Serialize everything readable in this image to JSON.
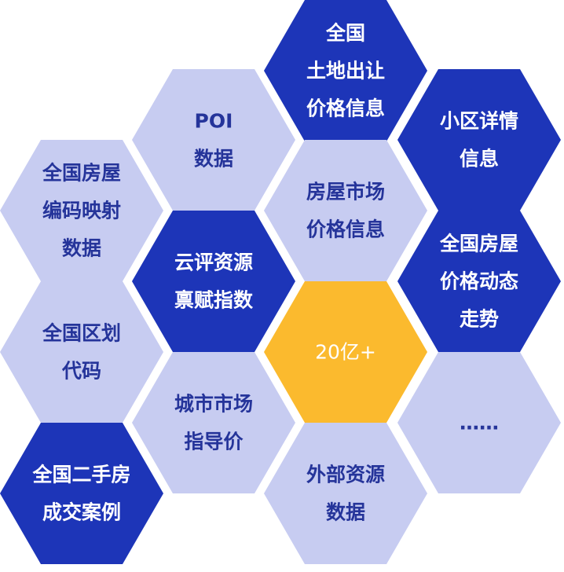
{
  "colors": {
    "dark": "#1d35b8",
    "light": "#c7ccf1",
    "accent": "#fbba2e",
    "light_text": "#25349a",
    "dark_text": "#ffffff"
  },
  "cells": [
    {
      "id": "land-transfer-price",
      "style": "dark",
      "lines": [
        "全国",
        "土地出让",
        "价格信息"
      ]
    },
    {
      "id": "poi-data",
      "style": "light",
      "lines": [
        "POI",
        "数据"
      ]
    },
    {
      "id": "community-details",
      "style": "dark",
      "lines": [
        "小区详情",
        "信息"
      ]
    },
    {
      "id": "house-code-mapping",
      "style": "light",
      "lines": [
        "全国房屋",
        "编码映射",
        "数据"
      ]
    },
    {
      "id": "housing-market-price",
      "style": "light",
      "lines": [
        "房屋市场",
        "价格信息"
      ]
    },
    {
      "id": "cloud-eval-index",
      "style": "dark",
      "lines": [
        "云评资源",
        "禀赋指数"
      ]
    },
    {
      "id": "house-price-trend",
      "style": "dark",
      "lines": [
        "全国房屋",
        "价格动态",
        "走势"
      ]
    },
    {
      "id": "region-code",
      "style": "light",
      "lines": [
        "全国区划",
        "代码"
      ]
    },
    {
      "id": "center-total",
      "style": "accent",
      "lines": [
        "20亿+"
      ]
    },
    {
      "id": "city-guide-price",
      "style": "light",
      "lines": [
        "城市市场",
        "指导价"
      ]
    },
    {
      "id": "more",
      "style": "light",
      "lines": [
        "……"
      ]
    },
    {
      "id": "second-hand-cases",
      "style": "dark",
      "lines": [
        "全国二手房",
        "成交案例"
      ]
    },
    {
      "id": "external-data",
      "style": "light",
      "lines": [
        "外部资源",
        "数据"
      ]
    }
  ]
}
